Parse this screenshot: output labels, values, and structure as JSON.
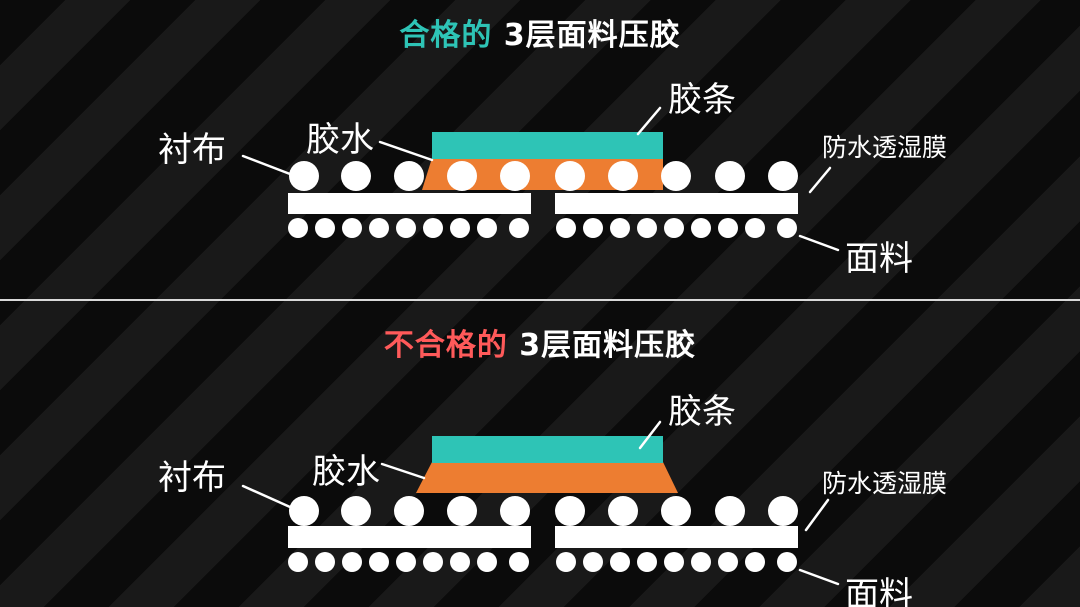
{
  "panels": [
    {
      "title_highlight": "合格的",
      "title_rest": " 3层面料压胶",
      "highlight_color": "#2ec4b6",
      "labels": {
        "tape": "胶条",
        "glue": "胶水",
        "lining": "衬布",
        "membrane": "防水透湿膜",
        "fabric": "面料"
      }
    },
    {
      "title_highlight": "不合格的",
      "title_rest": " 3层面料压胶",
      "highlight_color": "#ff5a5a",
      "labels": {
        "tape": "胶条",
        "glue": "胶水",
        "lining": "衬布",
        "membrane": "防水透湿膜",
        "fabric": "面料"
      }
    }
  ],
  "colors": {
    "tape": "#2ec4b6",
    "glue": "#ed7d31",
    "material": "#ffffff",
    "divider": "#d9d9d9"
  }
}
